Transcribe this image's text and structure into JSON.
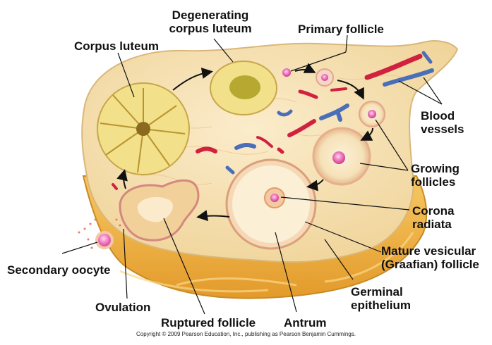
{
  "labels": {
    "degenerating_corpus_luteum": [
      "Degenerating",
      "corpus luteum"
    ],
    "primary_follicle": [
      "Primary follicle"
    ],
    "corpus_luteum": [
      "Corpus luteum"
    ],
    "blood_vessels": [
      "Blood",
      "vessels"
    ],
    "growing_follicles": [
      "Growing",
      "follicles"
    ],
    "corona_radiata": [
      "Corona",
      "radiata"
    ],
    "mature_vesicular_follicle": [
      "Mature vesicular",
      "(Graafian) follicle"
    ],
    "secondary_oocyte": [
      "Secondary oocyte"
    ],
    "germinal_epithelium": [
      "Germinal",
      "epithelium"
    ],
    "ovulation": [
      "Ovulation"
    ],
    "ruptured_follicle": [
      "Ruptured follicle"
    ],
    "antrum": [
      "Antrum"
    ]
  },
  "copyright": "Copyright © 2009 Pearson Education, Inc., publishing as Pearson Benjamin Cummings.",
  "colors": {
    "stroma": "#f5dfa8",
    "epithelium": "#f0b040",
    "corpus_luteum": "#f2e08a",
    "artery": "#d0213f",
    "vein": "#4a6fb8",
    "oocyte": "#e85aa8",
    "follicle": "#f7e6c4"
  }
}
